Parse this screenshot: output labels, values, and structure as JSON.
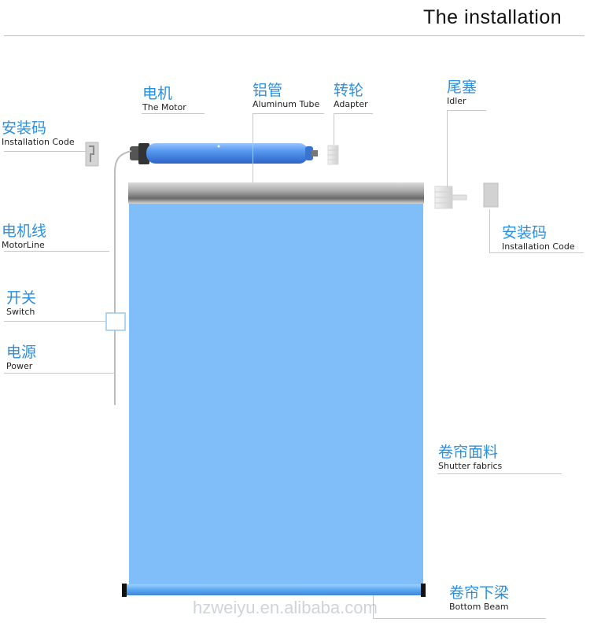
{
  "title": "The installation",
  "watermark": "hzweiyu.en.alibaba.com",
  "labels": {
    "motor": {
      "cn": "电机",
      "en": "The Motor"
    },
    "tube": {
      "cn": "铝管",
      "en": "Aluminum Tube"
    },
    "adapter": {
      "cn": "转轮",
      "en": "Adapter"
    },
    "idler": {
      "cn": "尾塞",
      "en": "Idler"
    },
    "code_left": {
      "cn": "安装码",
      "en": "Installation Code"
    },
    "code_right": {
      "cn": "安装码",
      "en": "Installation Code"
    },
    "motorline": {
      "cn": "电机线",
      "en": "MotorLine"
    },
    "switch": {
      "cn": "开关",
      "en": "Switch"
    },
    "power": {
      "cn": "电源",
      "en": "Power"
    },
    "fabric": {
      "cn": "卷帘面料",
      "en": "Shutter fabrics"
    },
    "beam": {
      "cn": "卷帘下梁",
      "en": "Bottom Beam"
    }
  },
  "colors": {
    "accent": "#2a8fe0",
    "fabric": "#7fbef8",
    "motor": "#4a8fe8"
  }
}
